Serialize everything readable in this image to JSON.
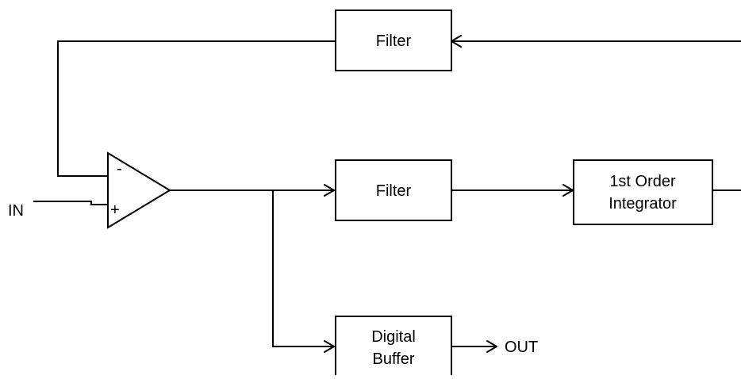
{
  "blocks": {
    "filter_feedback": {
      "label": "Filter"
    },
    "filter_forward": {
      "label": "Filter"
    },
    "integrator": {
      "line1": "1st Order",
      "line2": "Integrator"
    },
    "digital_buffer": {
      "line1": "Digital",
      "line2": "Buffer"
    }
  },
  "amplifier": {
    "minus_label": "-",
    "plus_label": "+"
  },
  "signals": {
    "input": "IN",
    "output": "OUT"
  }
}
